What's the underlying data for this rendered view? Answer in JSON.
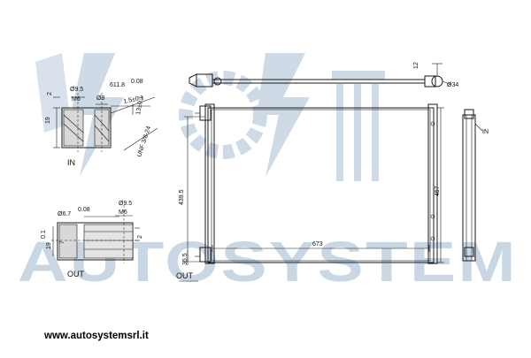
{
  "watermark": {
    "text": "AUTOSYSTEM",
    "color": "#c9d6e4"
  },
  "website": "www.autosystemsrl.it",
  "labels": {
    "in_detail": "IN",
    "out_detail": "OUT",
    "in_side": "IN",
    "out_bottom": "OUT"
  },
  "in_detail": {
    "d_9_5": "Ø9.5",
    "m6": "M6",
    "d_9": "Ø9",
    "d_611_8": "611.8",
    "tol_611_8": "0.08",
    "d_2": "2",
    "d_19": "19",
    "d_15": "1.5±0.1",
    "d_13": "13±0.1",
    "thread": "UNF 3/8-24"
  },
  "out_detail": {
    "d_9_5": "Ø9.5",
    "m6": "M6",
    "d_6_7": "Ø6.7",
    "tol_6_7": "0.08",
    "d_7": "7",
    "d_19": "19",
    "tol_19": "0.1",
    "d_2": "2"
  },
  "main": {
    "d_439_5": "439.5",
    "d_457": "457",
    "d_673": "673",
    "d_35_5": "35.5",
    "d_12": "12",
    "d_34": "Ø34"
  }
}
